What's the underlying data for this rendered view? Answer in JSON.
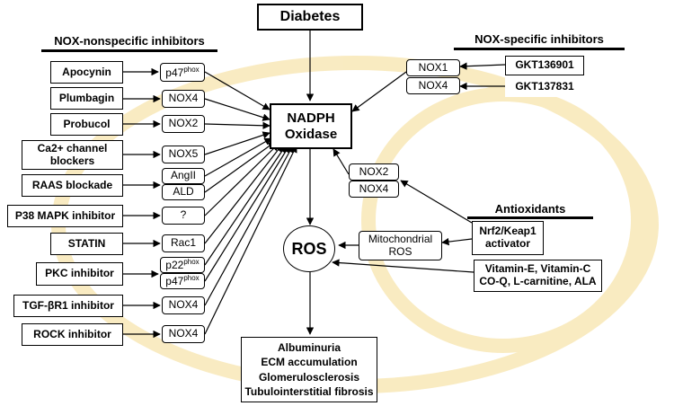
{
  "top": {
    "diabetes": "Diabetes"
  },
  "center": {
    "nadph_line1": "NADPH",
    "nadph_line2": "Oxidase",
    "ros": "ROS"
  },
  "headings": {
    "nonspecific": "NOX-nonspecific inhibitors",
    "specific": "NOX-specific inhibitors",
    "antioxidants": "Antioxidants"
  },
  "nonspecific_inhibitors": [
    {
      "name": "Apocynin",
      "targets": [
        {
          "base": "p47",
          "sup": "phox"
        }
      ]
    },
    {
      "name": "Plumbagin",
      "targets": [
        {
          "base": "NOX4",
          "sup": ""
        }
      ]
    },
    {
      "name": "Probucol",
      "targets": [
        {
          "base": "NOX2",
          "sup": ""
        }
      ]
    },
    {
      "name_line1": "Ca2+ channel",
      "name_line2": "blockers",
      "targets": [
        {
          "base": "NOX5",
          "sup": ""
        }
      ]
    },
    {
      "name": "RAAS blockade",
      "targets": [
        {
          "base": "AngII",
          "sup": ""
        },
        {
          "base": "ALD",
          "sup": ""
        }
      ]
    },
    {
      "name": "P38 MAPK inhibitor",
      "targets": [
        {
          "base": "?",
          "sup": ""
        }
      ]
    },
    {
      "name": "STATIN",
      "targets": [
        {
          "base": "Rac1",
          "sup": ""
        }
      ]
    },
    {
      "name": "PKC inhibitor",
      "targets": [
        {
          "base": "p22",
          "sup": "phox"
        },
        {
          "base": "p47",
          "sup": "phox"
        }
      ]
    },
    {
      "name": "TGF-βR1 inhibitor",
      "targets": [
        {
          "base": "NOX4",
          "sup": ""
        }
      ]
    },
    {
      "name": "ROCK inhibitor",
      "targets": [
        {
          "base": "NOX4",
          "sup": ""
        }
      ]
    }
  ],
  "specific_inhibitors": [
    {
      "target": "NOX1",
      "drug": "GKT136901"
    },
    {
      "target": "NOX4",
      "drug": "GKT137831"
    }
  ],
  "nox_pair": [
    "NOX2",
    "NOX4"
  ],
  "antioxidants": {
    "nrf2_line1": "Nrf2/Keap1",
    "nrf2_line2": "activator",
    "mito_line1": "Mitochondrial",
    "mito_line2": "ROS",
    "vitamins_line1": "Vitamin-E, Vitamin-C",
    "vitamins_line2": "CO-Q, L-carnitine, ALA"
  },
  "outcomes": [
    "Albuminuria",
    "ECM accumulation",
    "Glomerulosclerosis",
    "Tubulointerstitial fibrosis"
  ],
  "colors": {
    "watermark": "#f7e3a8",
    "line": "#000000"
  }
}
